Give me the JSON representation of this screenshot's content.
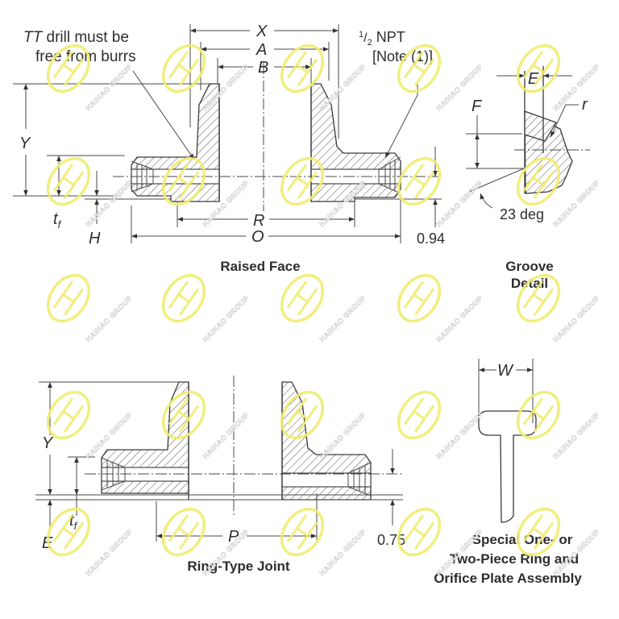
{
  "figure": {
    "type": "engineering-drawing",
    "subject": "Flange with orifice taps — dimension diagram"
  },
  "raised_face": {
    "title": "Raised Face",
    "note_drill": {
      "italic": "TT",
      "rest": " drill must be",
      "line2": "free from burrs"
    },
    "note_npt": {
      "fraction_num": "1",
      "fraction_den": "2",
      "line1_rest": " NPT",
      "line2": "[Note (1)]"
    },
    "dims": {
      "X": "X",
      "A": "A",
      "B": "B",
      "Y": "Y",
      "tf": "t",
      "tf_sub": "f",
      "H": "H",
      "R": "R",
      "O": "O",
      "value": "0.94"
    }
  },
  "groove_detail": {
    "title_line1": "Groove",
    "title_line2": "Detail",
    "dims": {
      "E": "E",
      "F": "F",
      "r": "r",
      "angle": "23 deg"
    }
  },
  "ring_type_joint": {
    "title": "Ring-Type Joint",
    "dims": {
      "Y": "Y",
      "tf": "t",
      "tf_sub": "f",
      "E": "E",
      "P": "P",
      "value": "0.75"
    }
  },
  "special_ring": {
    "title_line1": "Special One- or",
    "title_line2": "Two-Piece Ring and",
    "title_line3": "Orifice Plate Assembly",
    "dims": {
      "W": "W"
    }
  },
  "watermark": {
    "text": "HAIHAO GROUP",
    "logo": "HH",
    "color": "#f0ec70"
  }
}
